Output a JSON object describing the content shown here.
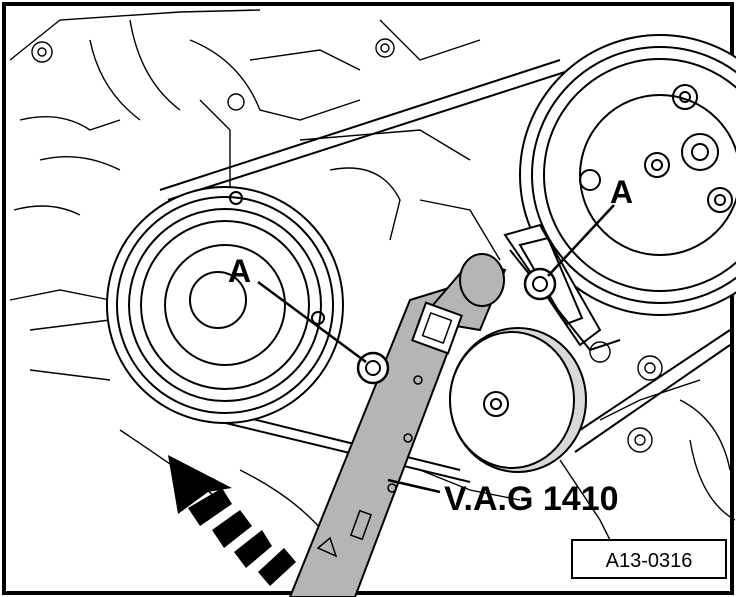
{
  "labels": {
    "callout_a_left": "A",
    "callout_a_right": "A",
    "tool_name": "V.A.G 1410",
    "figure_ref": "A13-0316"
  },
  "colors": {
    "line": "#000000",
    "background": "#ffffff",
    "tool_fill": "#b5b5b5",
    "tensioner_fill": "#d9d9d9"
  },
  "icons": {
    "direction_arrow": "curved-arrow-icon"
  }
}
